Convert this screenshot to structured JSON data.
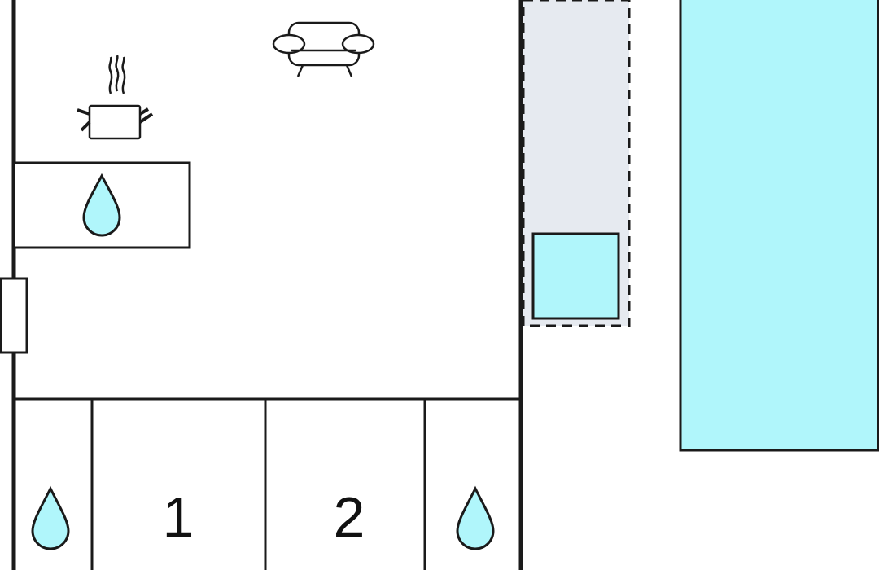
{
  "colors": {
    "wall": "#1a1a1a",
    "water": "#b0f6fb",
    "terrace": "#e6eaf0",
    "background": "#ffffff"
  },
  "plan": {
    "rooms": [
      {
        "id": "living-kitchen",
        "icons": [
          "cooking-pot-icon",
          "sofa-icon"
        ]
      },
      {
        "id": "kitchen-counter",
        "icons": [
          "water-drop-icon"
        ]
      },
      {
        "id": "bathroom-left",
        "icons": [
          "water-drop-icon"
        ]
      },
      {
        "id": "bedroom-1",
        "label": "1"
      },
      {
        "id": "bedroom-2",
        "label": "2"
      },
      {
        "id": "bathroom-right",
        "icons": [
          "water-drop-icon"
        ]
      }
    ],
    "outdoor": {
      "terrace": {
        "style": "dashed-outline"
      },
      "hot_tub": {
        "fill": "water"
      },
      "pool": {
        "fill": "water"
      }
    },
    "door": {
      "side": "left"
    }
  }
}
